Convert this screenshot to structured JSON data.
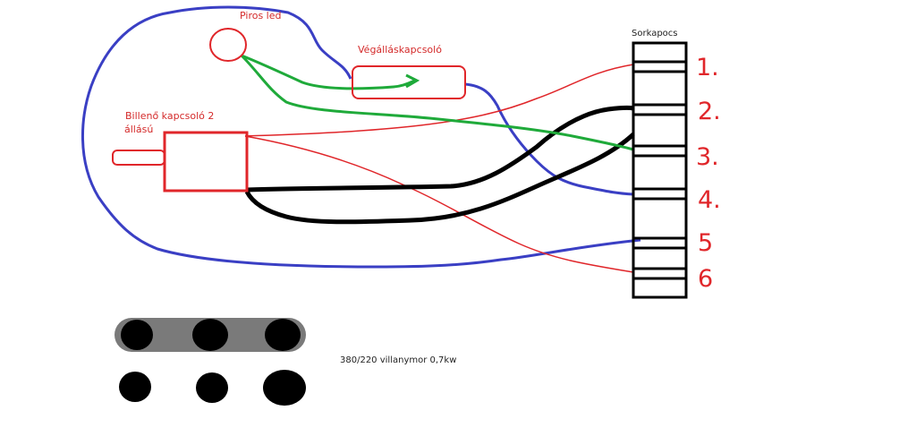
{
  "labels": {
    "led": "Piros led",
    "limit_switch": "Végálláskapcsoló",
    "rocker_line1": "Billenő kapcsoló 2",
    "rocker_line2": "állású",
    "terminal_block": "Sorkapocs",
    "motor": "380/220 villanymor 0,7kw"
  },
  "terminals": [
    "1.",
    "2.",
    "3.",
    "4.",
    "5",
    "6"
  ],
  "colors": {
    "red_wire": "#e0262a",
    "blue_wire": "#3a3fc4",
    "green_wire": "#1faa3a",
    "black_wire": "#000000",
    "motor_pad": "#7a7a7a"
  }
}
